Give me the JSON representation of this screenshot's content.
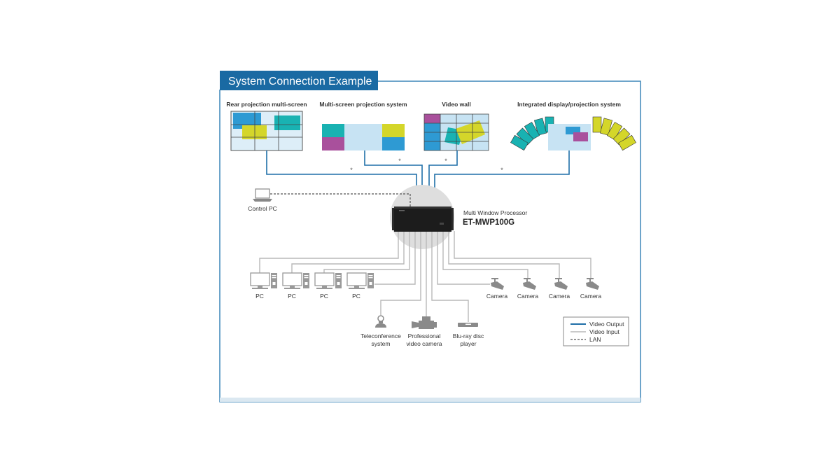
{
  "header": {
    "title": "System Connection Example"
  },
  "displays": [
    {
      "label": "Rear projection multi-screen"
    },
    {
      "label": "Multi-screen projection system"
    },
    {
      "label": "Video wall"
    },
    {
      "label": "Integrated display/projection system"
    }
  ],
  "output_marker": "*",
  "control_pc": {
    "label": "Control PC"
  },
  "processor": {
    "subtitle": "Multi Window Processor",
    "model": "ET-MWP100G"
  },
  "pcs": [
    {
      "label": "PC"
    },
    {
      "label": "PC"
    },
    {
      "label": "PC"
    },
    {
      "label": "PC"
    }
  ],
  "cameras": [
    {
      "label": "Camera"
    },
    {
      "label": "Camera"
    },
    {
      "label": "Camera"
    },
    {
      "label": "Camera"
    }
  ],
  "bottom_devices": [
    {
      "line1": "Teleconference",
      "line2": "system"
    },
    {
      "line1": "Professional",
      "line2": "video camera"
    },
    {
      "line1": "Blu-ray disc",
      "line2": "player"
    }
  ],
  "legend": {
    "items": [
      {
        "label": "Video Output",
        "style": "solid",
        "color": "#1f6fa8"
      },
      {
        "label": "Video Input",
        "style": "solid",
        "color": "#b5b5b5"
      },
      {
        "label": "LAN",
        "style": "dashed",
        "color": "#555555"
      }
    ]
  },
  "colors": {
    "header_bg": "#1a6aa3",
    "frame_border": "#3d86b8",
    "output_line": "#1f6fa8",
    "input_line": "#b8b8b8",
    "screen_bg": "#c7e3f3",
    "blue": "#2e9ad3",
    "teal": "#19b2b2",
    "yellow": "#d4d62a",
    "magenta": "#a9509c",
    "device_gray": "#8a8a8a",
    "processor": "#1c1c1c"
  }
}
